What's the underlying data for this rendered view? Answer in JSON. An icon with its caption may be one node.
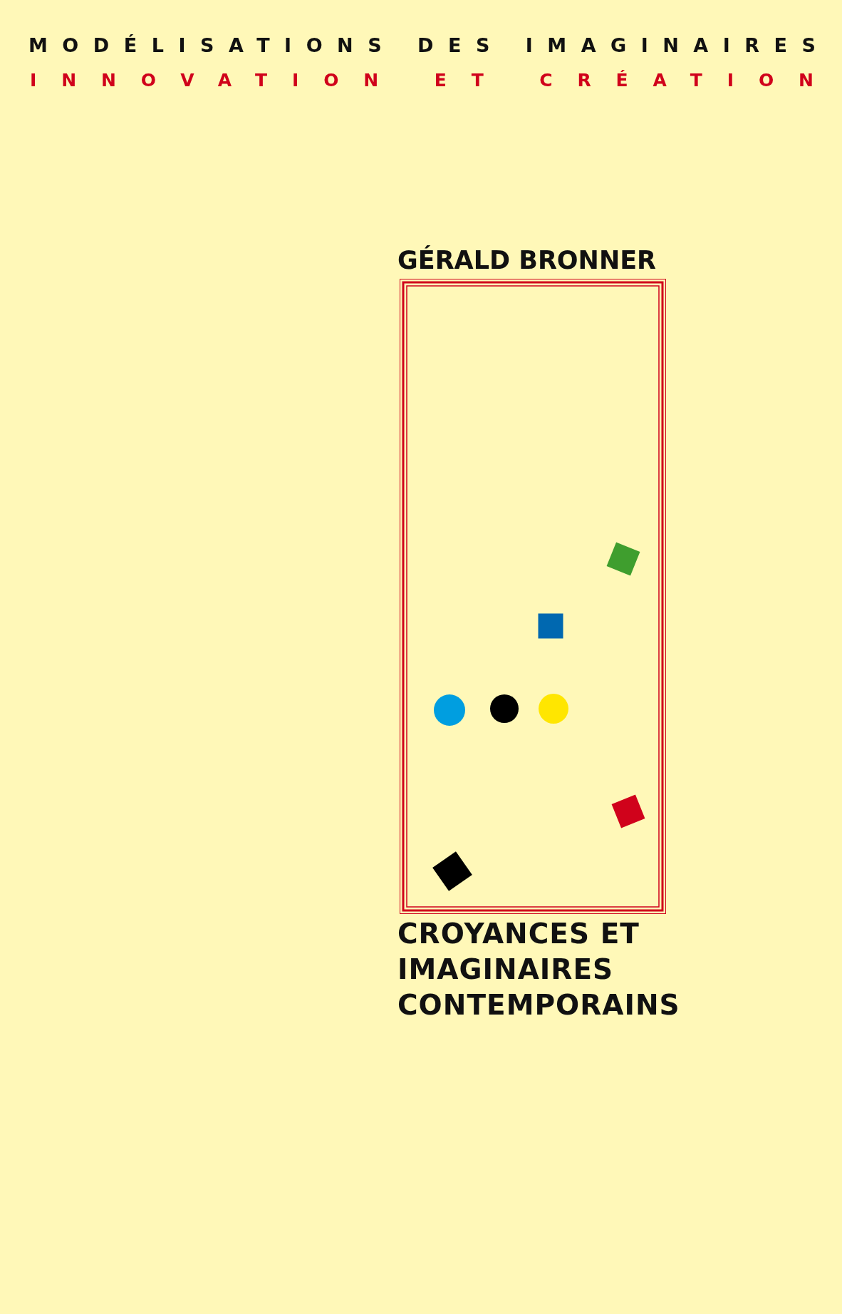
{
  "diagram": {
    "title": "CROYANCES ET IMAGINAIRES CONTEMPORAINS",
    "labels": [
      "MODÉLISATIONS DES IMAGINAIRES",
      "INNOVATION ET CRÉATION",
      "GÉRALD BRONNER"
    ]
  }
}
